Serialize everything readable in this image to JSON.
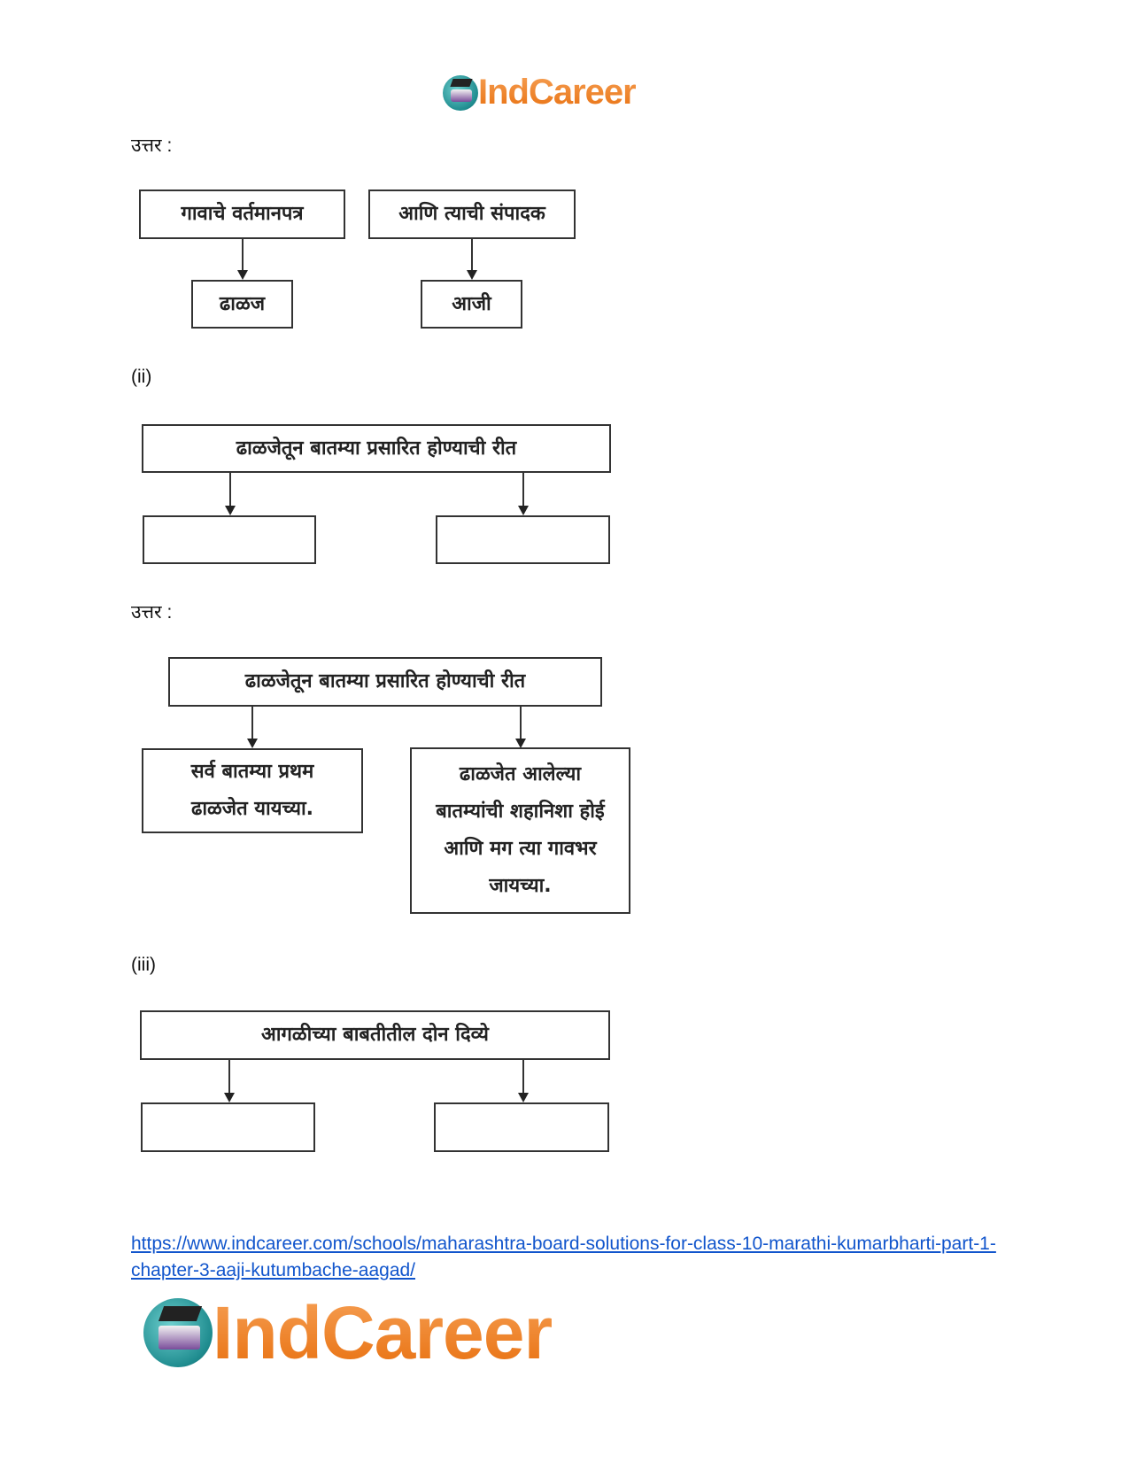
{
  "header_logo": {
    "text": "IndCareer",
    "icon": "graduation-books-globe-icon"
  },
  "sections": [
    {
      "label": "उत्तर :",
      "top_boxes": [
        "गावाचे वर्तमानपत्र",
        "आणि त्याची संपादक"
      ],
      "bottom_boxes": [
        "ढाळज",
        "आजी"
      ]
    },
    {
      "label": "(ii)",
      "top_box": "ढाळजेतून बातम्या प्रसारित होण्याची रीत",
      "bottom_boxes": [
        "",
        ""
      ]
    },
    {
      "label": "उत्तर :",
      "top_box": "ढाळजेतून बातम्या प्रसारित होण्याची रीत",
      "bottom_boxes": [
        "सर्व बातम्या प्रथम ढाळजेत यायच्या.",
        "ढाळजेत आलेल्या बातम्यांची शहानिशा होई आणि मग त्या गावभर जायच्या."
      ]
    },
    {
      "label": "(iii)",
      "top_box": "आगळीच्या बाबतीतील दोन दिव्ये",
      "bottom_boxes": [
        "",
        ""
      ]
    }
  ],
  "link": {
    "text": "https://www.indcareer.com/schools/maharashtra-board-solutions-for-class-10-marathi-kumarbharti-part-1-chapter-3-aaji-kutumbache-aagad/"
  },
  "footer_logo": {
    "text": "IndCareer"
  },
  "colors": {
    "link": "#1155cc",
    "logo_orange": "#e8700f",
    "logo_teal": "#1f8c8f"
  }
}
